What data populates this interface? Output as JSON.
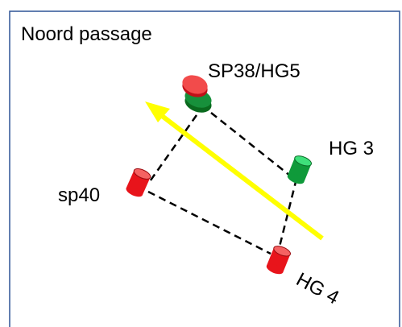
{
  "title": "Noord passage",
  "colors": {
    "frame": "#2f5496",
    "dashed_line": "#000000",
    "arrow": "#ffff00",
    "red": "#e8141b",
    "red_light": "#f24b4b",
    "green": "#0f9a3a",
    "green_light": "#1fd15f",
    "dark_green": "#0a6a1e"
  },
  "markers": {
    "sp38_hg5": {
      "label": "SP38/HG5",
      "color": "red-over-green"
    },
    "hg3": {
      "label": "HG 3",
      "color": "green"
    },
    "sp40": {
      "label": "sp40",
      "color": "red"
    },
    "hg4": {
      "label": "HG 4",
      "color": "red"
    }
  },
  "connections": [
    [
      "sp38_hg5",
      "hg3"
    ],
    [
      "sp38_hg5",
      "sp40"
    ],
    [
      "sp40",
      "hg4"
    ],
    [
      "hg3",
      "hg4"
    ]
  ],
  "arrow": {
    "direction": "up-left",
    "color": "yellow"
  }
}
